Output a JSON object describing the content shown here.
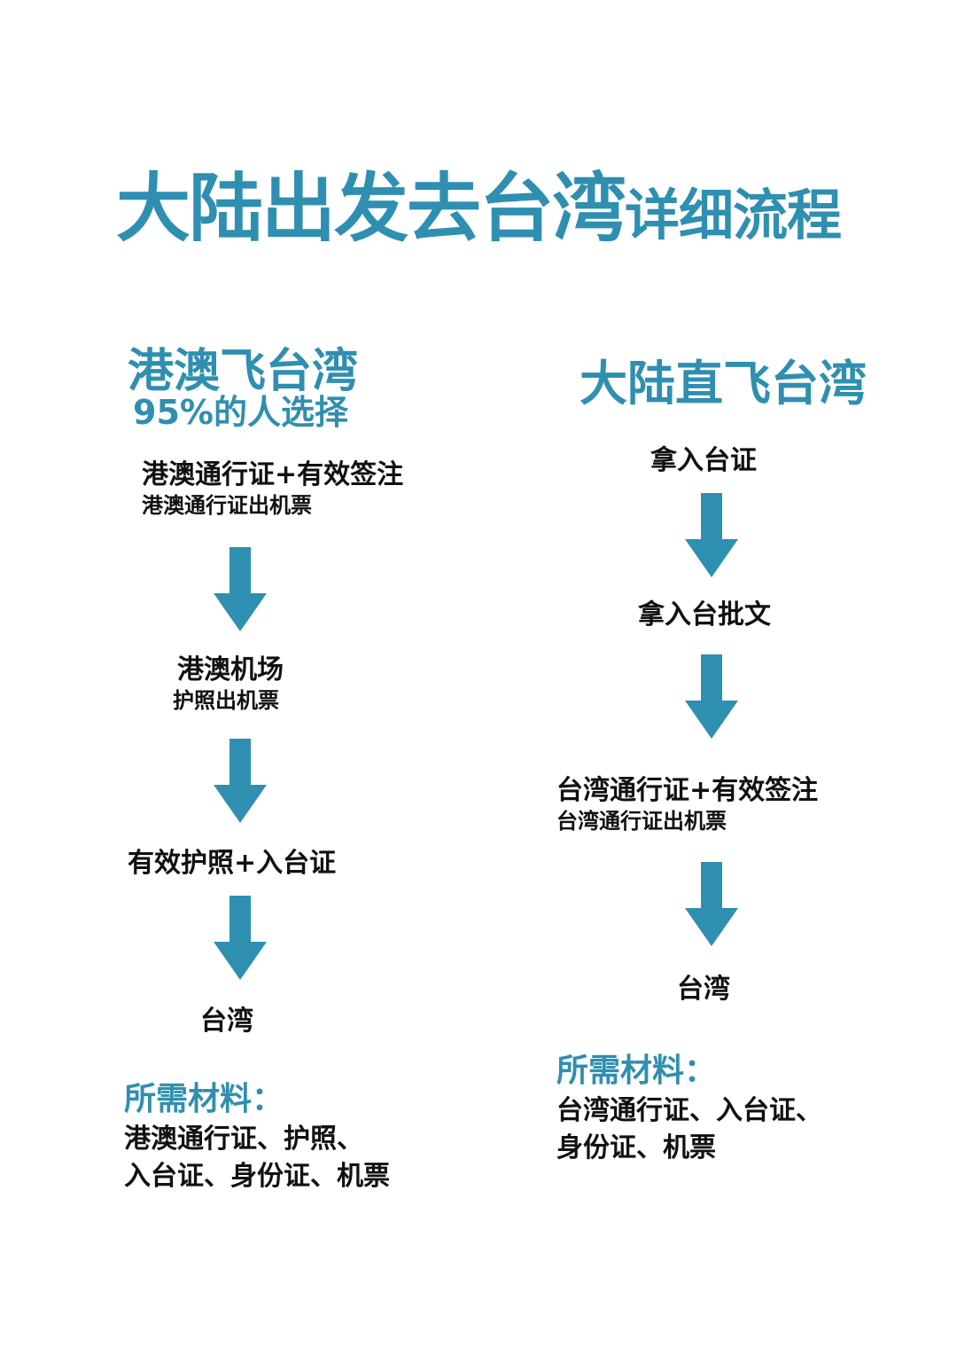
{
  "title": {
    "main": "大陆出发去台湾",
    "suffix": "详细流程"
  },
  "accent_color": "#2f8fb0",
  "left_route": {
    "heading": "港澳飞台湾",
    "subheading": "95%的人选择",
    "steps": [
      {
        "main": "港澳通行证+有效签注",
        "sub": "港澳通行证出机票"
      },
      {
        "main": "港澳机场",
        "sub": "护照出机票"
      },
      {
        "main": "有效护照+入台证",
        "sub": ""
      },
      {
        "main": "台湾",
        "sub": ""
      }
    ],
    "materials_title": "所需材料：",
    "materials_lines": [
      "港澳通行证、护照、",
      "入台证、身份证、机票"
    ]
  },
  "right_route": {
    "heading": "大陆直飞台湾",
    "steps": [
      {
        "main": "拿入台证",
        "sub": ""
      },
      {
        "main": "拿入台批文",
        "sub": ""
      },
      {
        "main": "台湾通行证+有效签注",
        "sub": "台湾通行证出机票"
      },
      {
        "main": "台湾",
        "sub": ""
      }
    ],
    "materials_title": "所需材料：",
    "materials_lines": [
      "台湾通行证、入台证、",
      "身份证、机票"
    ]
  }
}
